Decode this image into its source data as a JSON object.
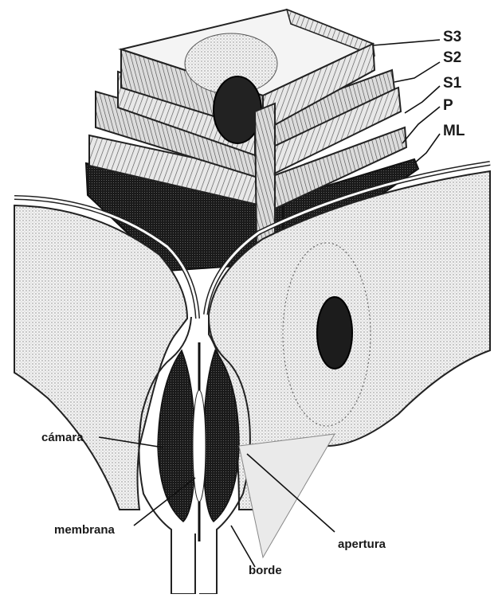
{
  "diagram": {
    "layer_labels": {
      "s3": "S3",
      "s2": "S2",
      "s1": "S1",
      "p": "P",
      "ml": "ML"
    },
    "pit_labels": {
      "camara": "cámara",
      "membrana": "membrana",
      "apertura": "apertura",
      "borde": "borde"
    }
  }
}
